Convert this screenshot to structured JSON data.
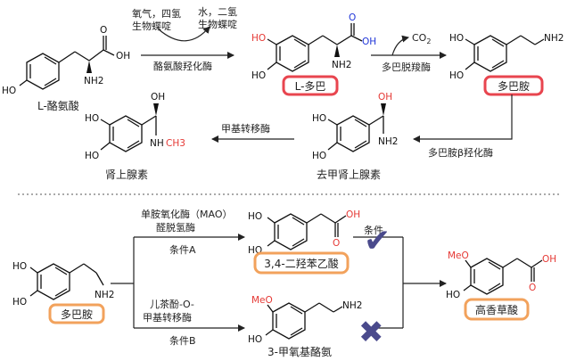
{
  "top": {
    "molecules": {
      "tyrosine": {
        "name": "L-酪氨酸",
        "ho": "HO",
        "oh": "OH",
        "o": "O",
        "nh2": "NH2"
      },
      "ldopa": {
        "ho1": "HO",
        "ho2": "HO",
        "oh": "OH",
        "o": "O",
        "nh2": "NH2"
      },
      "dopamine": {
        "ho1": "HO",
        "ho2": "HO",
        "nh2": "NH2"
      },
      "norepinephrine": {
        "name": "去甲肾上腺素",
        "ho1": "HO",
        "ho2": "HO",
        "oh": "OH",
        "nh2": "NH2"
      },
      "epinephrine": {
        "name": "肾上腺素",
        "ho1": "HO",
        "ho2": "HO",
        "oh": "OH",
        "nh": "NH",
        "ch3": "CH3"
      }
    },
    "boxes": {
      "ldopa": "L-多巴",
      "dopamine": "多巴胺"
    },
    "steps": {
      "s1_in": "氧气，四氢\n生物蝶啶",
      "s1_out": "水，二氢\n生物蝶啶",
      "s1_enzyme": "酪氨酸羟化酶",
      "s2_out": "CO2",
      "s2_enzyme": "多巴脱羧酶",
      "s3_enzyme": "多巴胺β羟化酶",
      "s4_enzyme": "甲基转移酶"
    }
  },
  "bottom": {
    "molecules": {
      "dopamine": {
        "ho1": "HO",
        "ho2": "HO",
        "nh2": "NH2"
      },
      "dopac": {
        "ho1": "HO",
        "ho2": "HO",
        "o": "O",
        "oh": "OH"
      },
      "mt": {
        "name": "3-甲氧基酪氨",
        "meo": "MeO",
        "ho": "HO",
        "nh2": "NH2"
      },
      "hva": {
        "meo": "MeO",
        "ho": "HO",
        "o": "O",
        "oh": "OH"
      }
    },
    "boxes": {
      "dopamine": "多巴胺",
      "dopac": "3,4-二羟苯乙酸",
      "hva": "高香草酸"
    },
    "upper_enzymes": "单胺氧化酶（MAO）\n醛脱氢酶",
    "upper_condition": "条件A",
    "lower_enzymes": "儿茶酚-O-\n甲基转移酶",
    "lower_condition": "条件B",
    "right_condition": "条件",
    "check_mark": "✔",
    "cross_mark": "✖"
  },
  "colors": {
    "red_box": "#e8454f",
    "orange_box": "#f2a25c",
    "red_atom": "#e53935",
    "blue_atom": "#1f35d8",
    "mark": "#4a4a8c"
  }
}
